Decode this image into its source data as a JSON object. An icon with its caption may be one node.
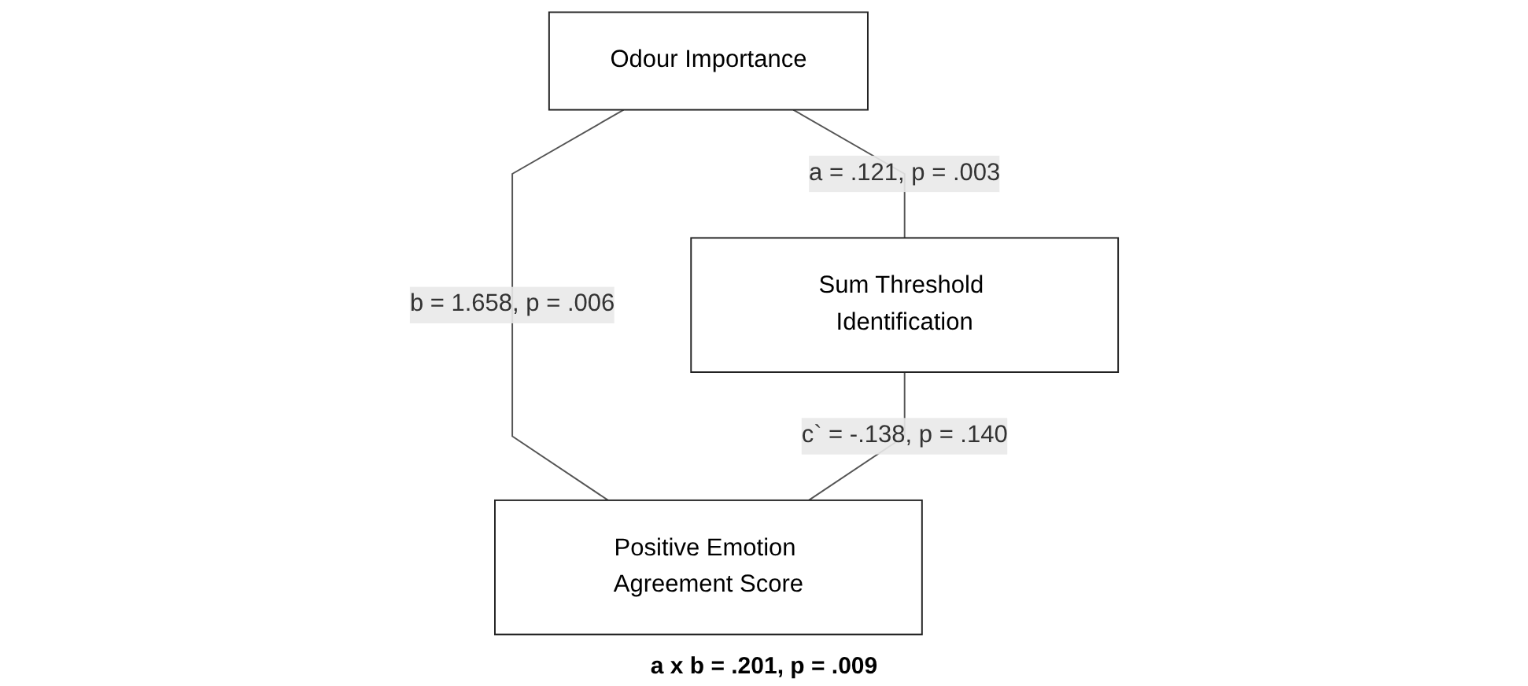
{
  "diagram": {
    "nodes": [
      {
        "text": [
          "Odour Importance"
        ]
      },
      {
        "text": [
          "Sum Threshold Identification"
        ]
      },
      {
        "text": [
          "Positive Emotion Agreement Score"
        ]
      }
    ],
    "edges": [
      {
        "from": 0,
        "to": 1,
        "arrow": "none",
        "label": "a = .121, p = .003"
      },
      {
        "from": 0,
        "to": 2,
        "arrow": "none",
        "label": "b = 1.658, p = .006"
      },
      {
        "from": 1,
        "to": 2,
        "arrow": "none",
        "label": "c` = -.138, p = .140"
      }
    ],
    "labels": [
      "a x b = .201, p = .009"
    ]
  }
}
